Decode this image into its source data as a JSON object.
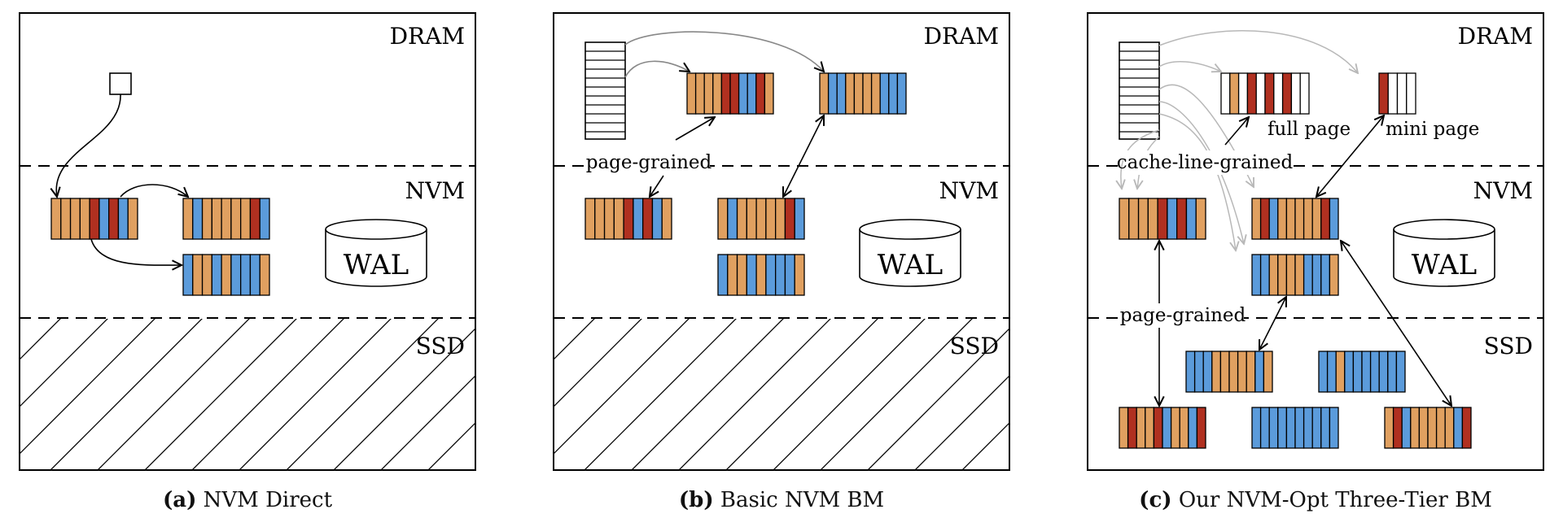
{
  "colors": {
    "orange": "#E0A060",
    "red": "#B03020",
    "blue": "#5B9BDB",
    "white": "#FFFFFF",
    "gray": "#b8b8b8"
  },
  "tier_labels": {
    "dram": "DRAM",
    "nvm": "NVM",
    "ssd": "SSD",
    "wal": "WAL"
  },
  "panels": [
    {
      "id": "a",
      "caption_letter": "(a)",
      "caption_text": "NVM Direct",
      "pages": [
        {
          "name": "nvm-page-1",
          "cells": "oooorbrbo"
        },
        {
          "name": "nvm-page-2",
          "cells": "obooooorb"
        },
        {
          "name": "nvm-page-3",
          "cells": "boobobbbo"
        }
      ]
    },
    {
      "id": "b",
      "caption_letter": "(b)",
      "caption_text": "Basic NVM BM",
      "labels": {
        "grain": "page-grained"
      },
      "pages": [
        {
          "name": "dram-page-1",
          "cells": "oooorrbbro"
        },
        {
          "name": "dram-page-2",
          "cells": "obboooobbb"
        },
        {
          "name": "nvm-page-1",
          "cells": "oooorbrbo"
        },
        {
          "name": "nvm-page-2",
          "cells": "obooooorb"
        },
        {
          "name": "nvm-page-3",
          "cells": "boobobbbo"
        }
      ]
    },
    {
      "id": "c",
      "caption_letter": "(c)",
      "caption_text": "Our NVM-Opt Three-Tier BM",
      "labels": {
        "cache": "cache-line-grained",
        "page": "page-grained",
        "full": "full page",
        "mini": "mini page"
      },
      "pages": [
        {
          "name": "dram-full-page",
          "cells": "wowrwrwrww"
        },
        {
          "name": "dram-mini-page",
          "cells": "rwww"
        },
        {
          "name": "nvm-page-1",
          "cells": "oooorbrbo"
        },
        {
          "name": "nvm-page-2",
          "cells": "orbooooorb"
        },
        {
          "name": "nvm-page-3",
          "cells": "bboooobbbo"
        },
        {
          "name": "ssd-page-1",
          "cells": "bbbooooobo"
        },
        {
          "name": "ssd-page-2",
          "cells": "bbobbbbbbb"
        },
        {
          "name": "ssd-page-3",
          "cells": "oroorboobr"
        },
        {
          "name": "ssd-page-4",
          "cells": "bbbbbbbbbb"
        },
        {
          "name": "ssd-page-5",
          "cells": "orbooooobr"
        }
      ]
    }
  ]
}
